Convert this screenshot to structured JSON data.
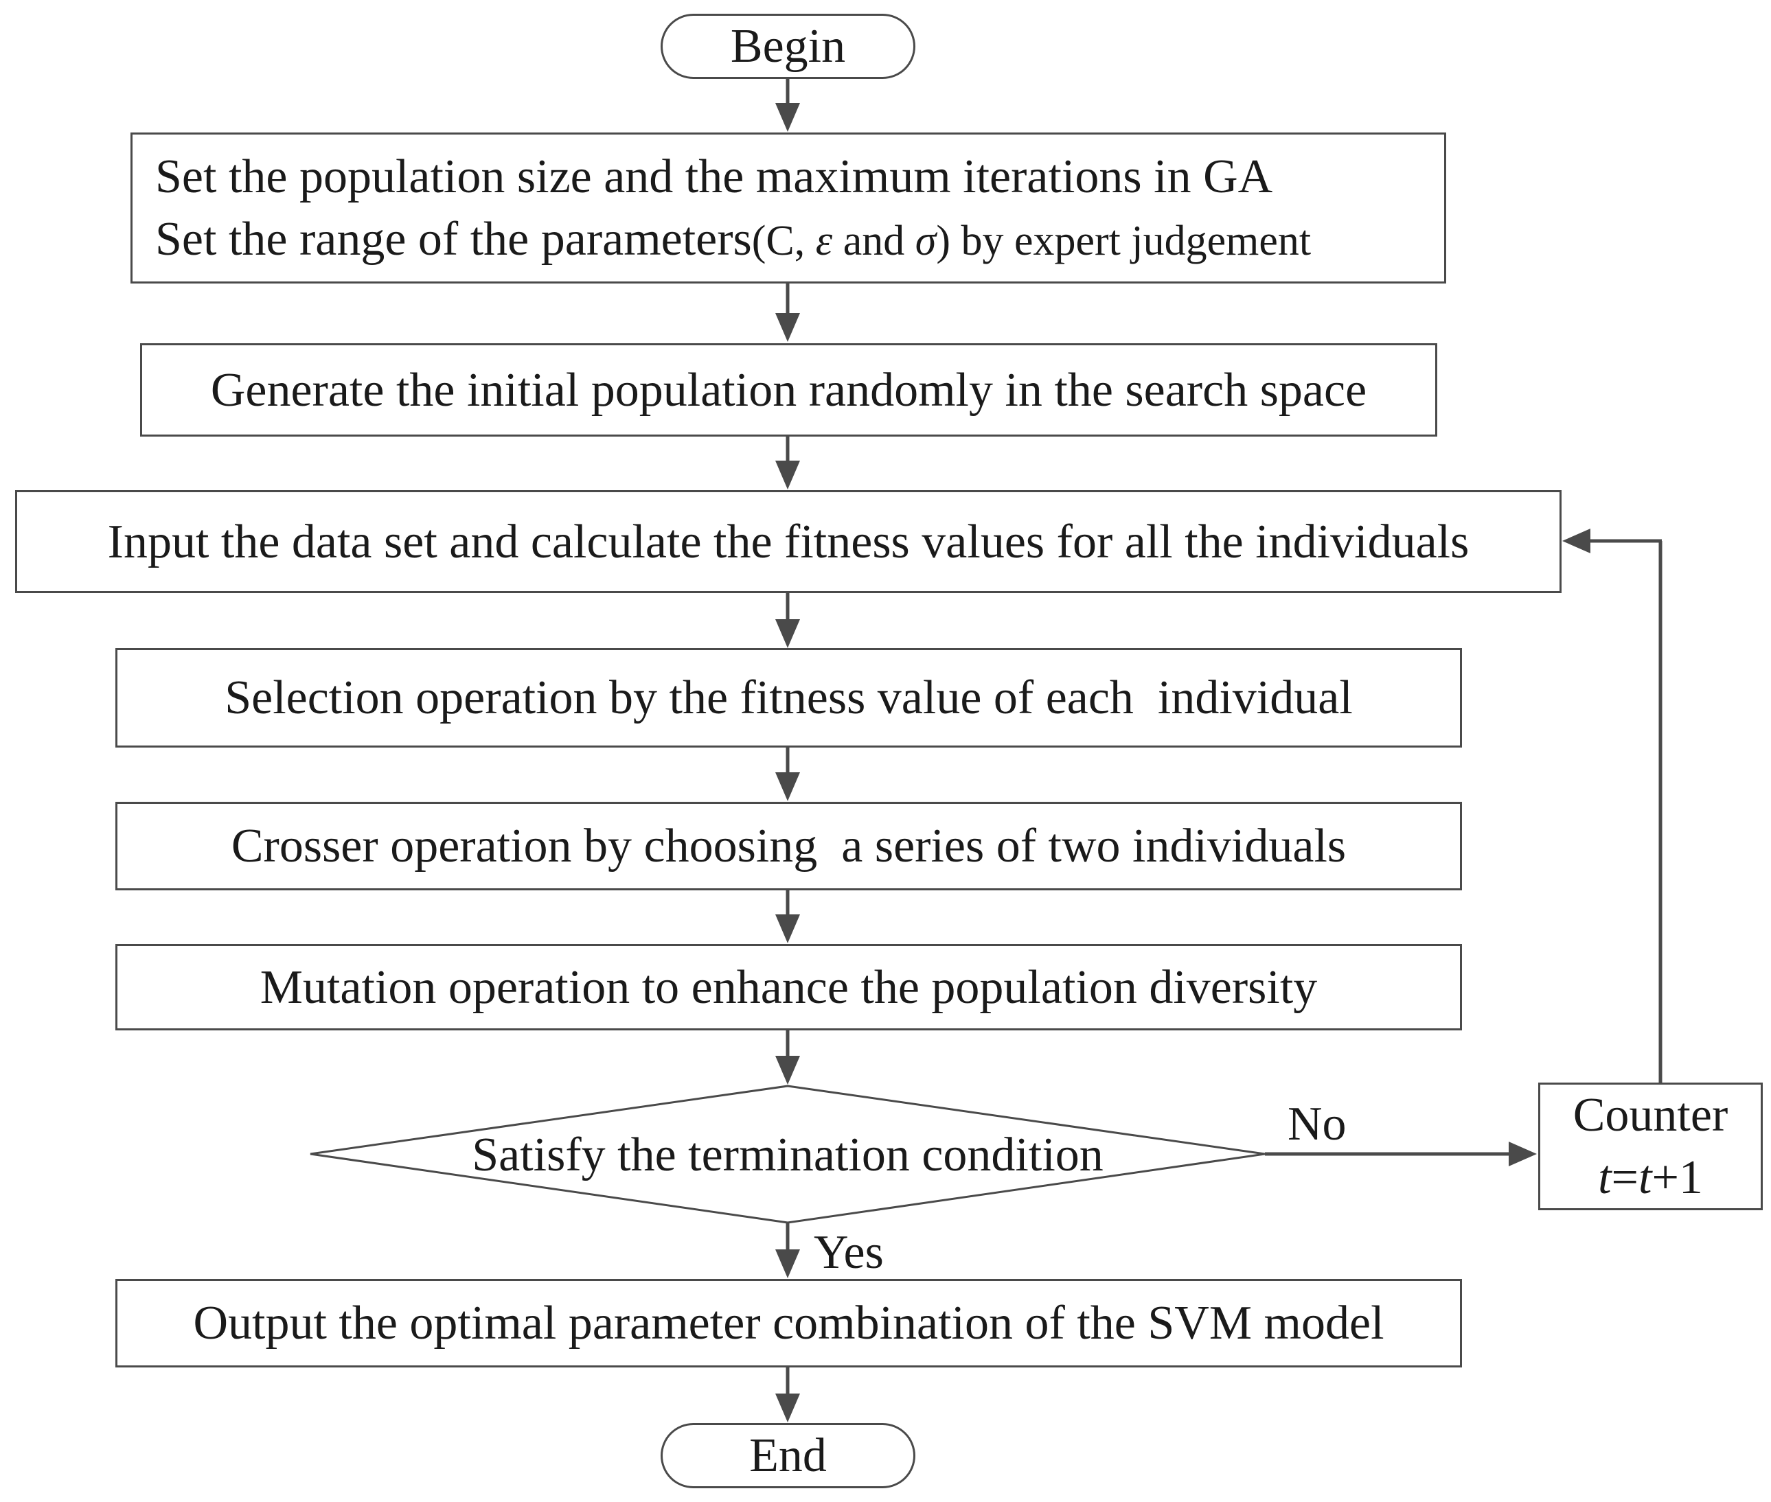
{
  "nodes": {
    "begin": "Begin",
    "init_line1": "Set the population size and the maximum iterations in GA",
    "init_line2_a": "Set the range of the parameters",
    "init_line2_b": "(C, ",
    "init_line2_eps": "ε",
    "init_line2_c": " and ",
    "init_line2_sigma": "σ",
    "init_line2_d": ") by expert judgement",
    "generate": "Generate the initial population randomly in the search space",
    "input": "Input the data set and calculate the fitness values for all the individuals",
    "selection": "Selection operation by the fitness value of each  individual",
    "crosser": "Crosser operation by choosing  a series of two individuals",
    "mutation": "Mutation operation to enhance the population diversity",
    "decision": "Satisfy the termination condition",
    "output": "Output the optimal parameter combination of the SVM model",
    "end": "End",
    "counter_title": "Counter",
    "counter_t1": "t",
    "counter_eq": "=",
    "counter_t2": "t",
    "counter_plus": "+1"
  },
  "edges": {
    "no_label": "No",
    "yes_label": "Yes"
  },
  "colors": {
    "stroke": "#4a4a4a",
    "text": "#1a1a1a"
  }
}
